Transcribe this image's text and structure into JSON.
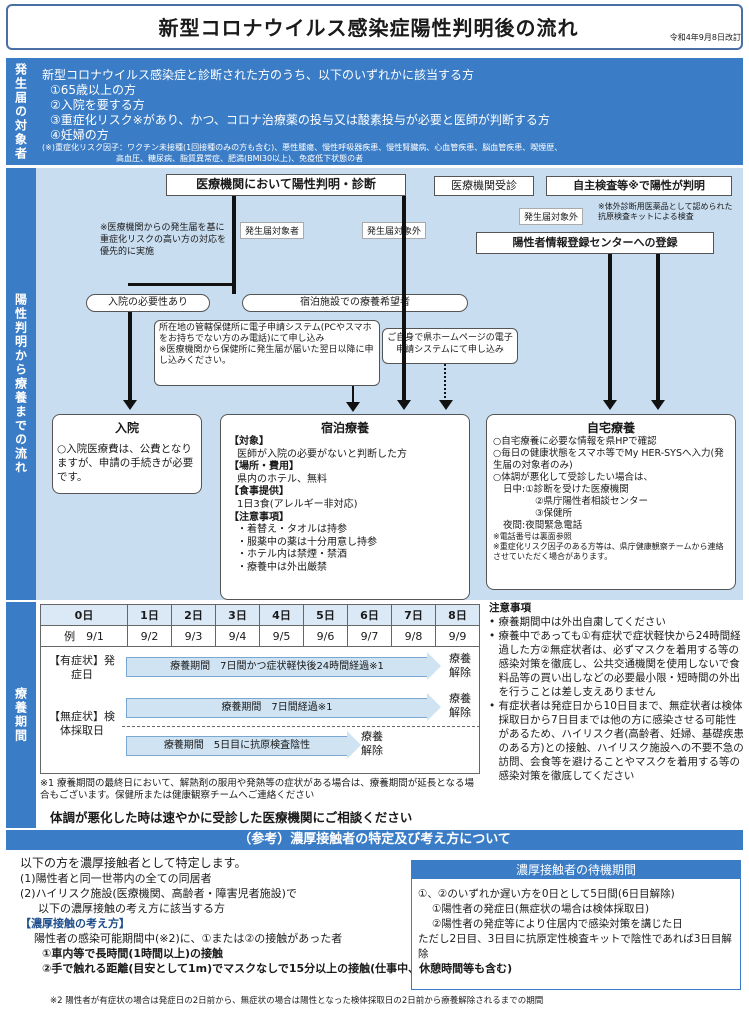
{
  "header": {
    "title": "新型コロナウイルス感染症陽性判明後の流れ",
    "date": "令和4年9月8日改訂"
  },
  "sidebar": {
    "s1": "発生届の対象者",
    "s2": "陽性判明から療養までの流れ",
    "s3": "療養期間"
  },
  "section1": {
    "l1": "新型コロナウイルス感染症と診断された方のうち、以下のいずれかに該当する方",
    "l2": "①65歳以上の方",
    "l3": "②入院を要する方",
    "l4": "③重症化リスク※があり、かつ、コロナ治療薬の投与又は酸素投与が必要と医師が判断する方",
    "l5": "④妊婦の方",
    "l6": "(※)重症化リスク因子：ワクチン未接種(1回接種のみの方も含む)、悪性腫瘍、慢性呼吸器疾患、慢性腎臓病、心血管疾患、脳血管疾患、喫煙歴、",
    "l7": "高血圧、糖尿病、脂質異常症、肥満(BMI30以上)、免疫低下状態の者"
  },
  "flow": {
    "diag": "医療機関において陽性判明・診断",
    "visit": "医療機関受診",
    "selftest": "自主検査等※で陽性が判明",
    "not_target_small": "発生届対象外",
    "kit_note": "※体外診断用医薬品として認められた抗原検査キットによる検査",
    "target": "発生届対象者",
    "not_target": "発生届対象外",
    "center": "陽性者情報登録センターへの登録",
    "priority_note": "※医療機関からの発生届を基に重症化リスクの高い方の対応を優先的に実施",
    "need_admit": "入院の必要性あり",
    "hotel_wish": "宿泊施設での療養希望者",
    "apply_note1": "所在地の管轄保健所に電子申請システム(PCやスマホをお持ちでない方のみ電話)にて申し込み",
    "apply_note2": "※医療機関から保健所に発生届が届いた翌日以降に申し込みください。",
    "self_apply": "ご自身で県ホームページの電子申請システムにて申し込み",
    "admit_title": "入院",
    "admit_body": "○入院医療費は、公費となりますが、申請の手続きが必要です。",
    "hotel_title": "宿泊療養",
    "hotel_lines": [
      "【対象】",
      "医師が入院の必要がないと判断した方",
      "【場所・費用】",
      "県内のホテル、無料",
      "【食事提供】",
      "1日3食(アレルギー非対応)",
      "【注意事項】",
      "・着替え・タオルは持参",
      "・服薬中の薬は十分用意し持参",
      "・ホテル内は禁煙・禁酒",
      "・療養中は外出厳禁"
    ],
    "home_title": "自宅療養",
    "home_lines": [
      "○自宅療養に必要な情報を県HPで確認",
      "○毎日の健康状態をスマホ等でMy HER-SYSへ入力(発生届の対象者のみ)",
      "○体調が悪化して受診したい場合は、",
      "日中:①診断を受けた医療機関",
      "②県庁陽性者相談センター",
      "③保健所",
      "夜間:夜間緊急電話",
      "※電話番号は裏面参照",
      "※重症化リスク因子のある方等は、県庁健康観察チームから連絡させていただく場合があります。"
    ]
  },
  "timeline": {
    "days": [
      "0日",
      "1日",
      "2日",
      "3日",
      "4日",
      "5日",
      "6日",
      "7日",
      "8日"
    ],
    "dates": [
      "例　9/1",
      "9/2",
      "9/3",
      "9/4",
      "9/5",
      "9/6",
      "9/7",
      "9/8",
      "9/9"
    ],
    "row1_label": "【有症状】発症日",
    "row1_bar": "療養期間　7日間かつ症状軽快後24時間経過※1",
    "row1_end": "療養解除",
    "row2_label": "【無症状】検体採取日",
    "row2_bar": "療養期間　7日間経過※1",
    "row2_end": "療養解除",
    "row3_bar": "療養期間　5日目に抗原検査陰性",
    "row3_end": "療養解除",
    "note1": "※1 療養期間の最終日において、解熱剤の服用や発熱等の症状がある場合は、療養期間が延長となる場合もございます。保健所または健康観察チームへご連絡ください",
    "warning": "体調が悪化した時は速やかに受診した医療機関にご相談ください"
  },
  "notes": {
    "title": "注意事項",
    "items": [
      "療養期間中は外出自粛してください",
      "療養中であっても①有症状で症状軽快から24時間経過した方②無症状者は、必ずマスクを着用する等の感染対策を徹底し、公共交通機関を使用しないで食料品等の買い出しなどの必要最小限・短時間の外出を行うことは差し支えありません",
      "有症状者は発症日から10日目まで、無症状者は検体採取日から7日目までは他の方に感染させる可能性があるため、ハイリスク者(高齢者、妊婦、基礎疾患のある方)との接触、ハイリスク施設への不要不急の訪問、会食等を避けることやマスクを着用する等の感染対策を徹底してください"
    ]
  },
  "reference": {
    "title": "（参考）濃厚接触者の特定及び考え方について",
    "intro": "以下の方を濃厚接触者として特定します。",
    "p1": "(1)陽性者と同一世帯内の全ての同居者",
    "p2": "(2)ハイリスク施設(医療機関、高齢者・障害児者施設)で",
    "p2b": "以下の濃厚接触の考え方に該当する方",
    "concept_title": "【濃厚接触の考え方】",
    "concept1": "陽性者の感染可能期間中(※2)に、①または②の接触があった者",
    "concept2": "①車内等で長時間(1時間以上)の接触",
    "concept3": "②手で触れる距離(目安として1m)でマスクなしで15分以上の接触(仕事中、休憩時間等も含む)",
    "wait_title": "濃厚接触者の待機期間",
    "wait1": "①、②のいずれか遅い方を0日として5日間(6日目解除)",
    "wait2": "①陽性者の発症日(無症状の場合は検体採取日)",
    "wait3": "②陽性者の発症等により住居内で感染対策を講じた日",
    "wait4": "ただし2日目、3日目に抗原定性検査キットで陰性であれば3日目解除",
    "footnote": "※2 陽性者が有症状の場合は発症日の2日前から、無症状の場合は陽性となった検体採取日の2日前から療養解除されるまでの期間"
  }
}
